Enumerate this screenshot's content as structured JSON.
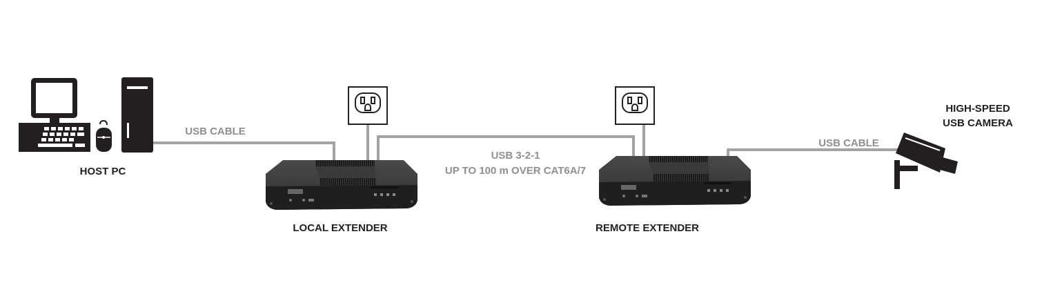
{
  "labels": {
    "host_pc": "HOST PC",
    "usb_cable_left": "USB CABLE",
    "local_extender": "LOCAL EXTENDER",
    "link_line1": "USB 3-2-1",
    "link_line2": "UP TO 100 m OVER CAT6A/7",
    "remote_extender": "REMOTE EXTENDER",
    "usb_cable_right": "USB CABLE",
    "camera_line1": "HIGH-SPEED",
    "camera_line2": "USB CAMERA"
  },
  "colors": {
    "cable": "#a3a3a3",
    "device": "#2b2b2b",
    "text": "#231f20",
    "cable_text": "#8f8f8f"
  }
}
